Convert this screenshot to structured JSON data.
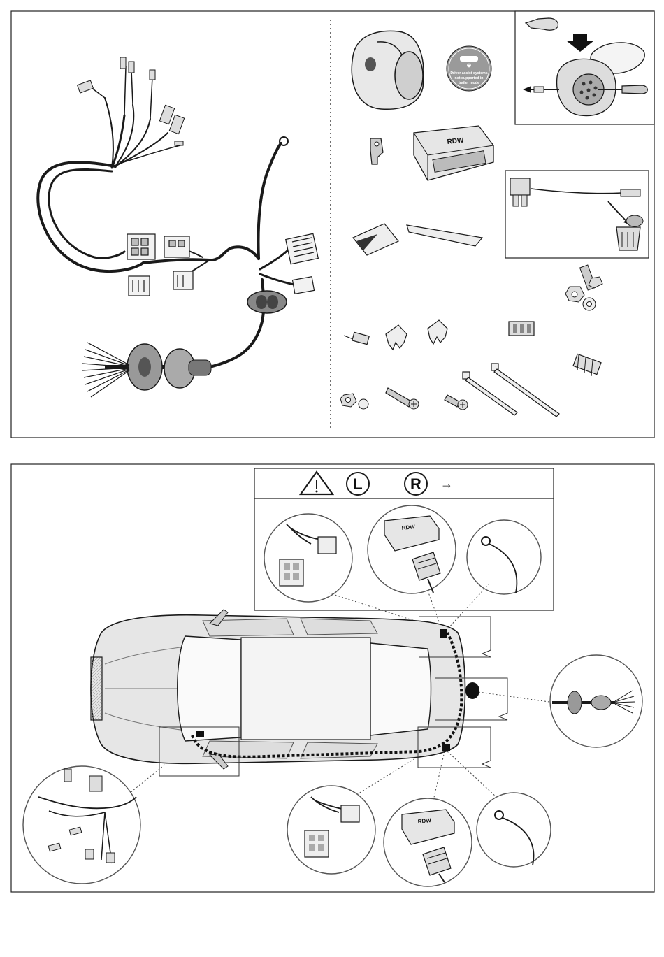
{
  "sticker": {
    "line1": "Driver assist systems",
    "line2": "not supported in",
    "line3": "trailer mode"
  },
  "module_brand": "RDW",
  "warning_bar": {
    "icon": "warning-triangle-icon",
    "left_badge": "L",
    "right_badge": "R",
    "arrow": "→"
  },
  "colors": {
    "line": "#1a1a1a",
    "panel_border": "#222222",
    "part_grey": "#cfcfcf",
    "dark_part": "#555555",
    "sticker_bg": "#9a9a9a",
    "car_body": "#e6e6e6"
  }
}
